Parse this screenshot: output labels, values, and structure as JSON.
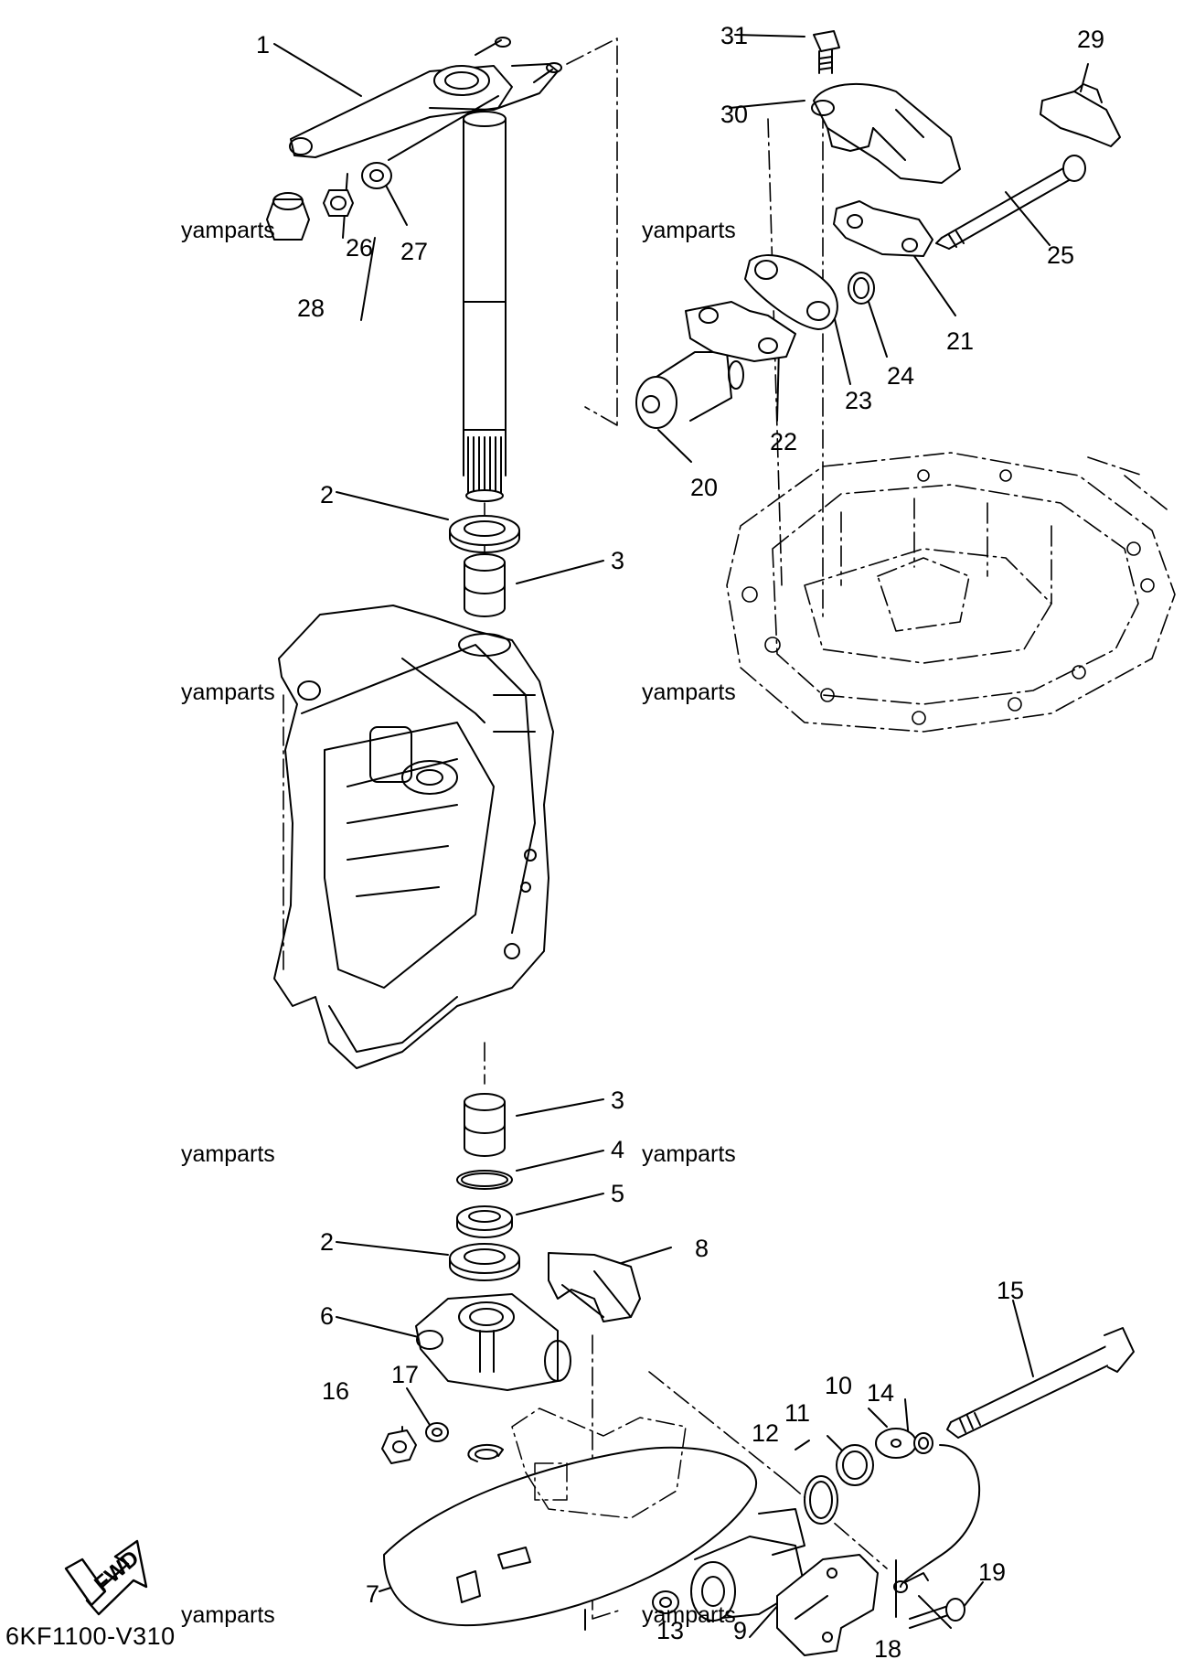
{
  "diagram": {
    "code": "6KF1100-V310",
    "direction_label": "FWD",
    "watermark_text": "yamparts",
    "parts": [
      "1",
      "2",
      "3",
      "4",
      "5",
      "6",
      "7",
      "8",
      "9",
      "10",
      "11",
      "12",
      "13",
      "14",
      "15",
      "16",
      "17",
      "18",
      "19",
      "20",
      "21",
      "22",
      "23",
      "24",
      "25",
      "26",
      "27",
      "28",
      "29",
      "30",
      "31"
    ],
    "labels": {
      "p1": "1",
      "p2a": "2",
      "p2b": "2",
      "p3a": "3",
      "p3b": "3",
      "p4": "4",
      "p5": "5",
      "p6": "6",
      "p7": "7",
      "p8": "8",
      "p9": "9",
      "p10": "10",
      "p11": "11",
      "p12": "12",
      "p13": "13",
      "p14": "14",
      "p15": "15",
      "p16": "16",
      "p17": "17",
      "p18": "18",
      "p19": "19",
      "p20": "20",
      "p21": "21",
      "p22": "22",
      "p23": "23",
      "p24": "24",
      "p25": "25",
      "p26": "26",
      "p27": "27",
      "p28": "28",
      "p29": "29",
      "p30": "30",
      "p31": "31"
    }
  }
}
